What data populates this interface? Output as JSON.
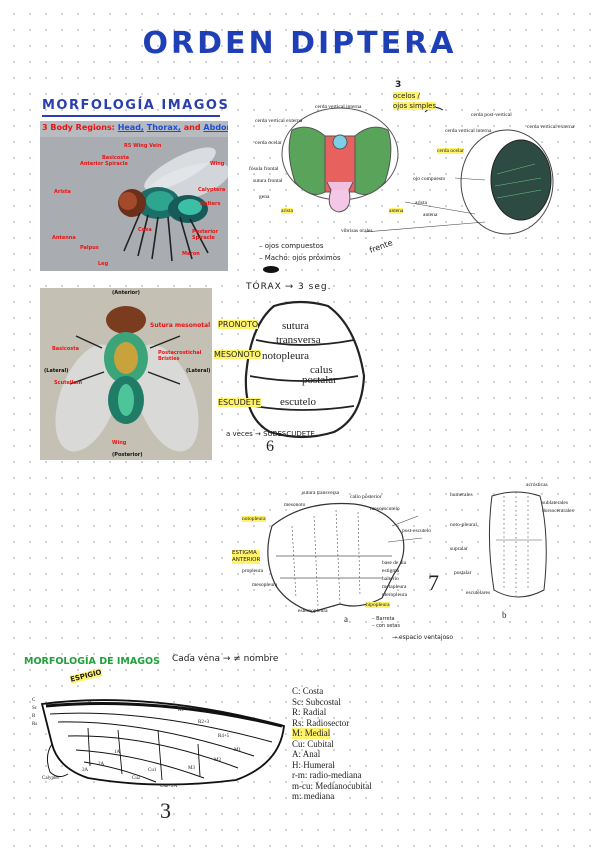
{
  "title": "ORDEN DIPTERA",
  "sections": {
    "morph_title": "MORFOLOGÍA IMAGOS",
    "morph_title_2": "MORFOLOGÍA DE IMAGOS"
  },
  "photo1": {
    "heading_a": "3 Body Regions:",
    "heading_b": "Head,",
    "heading_c": "Thorax,",
    "heading_d": "and",
    "heading_e": "Abdomen",
    "labels": [
      "R5 Wing Vein",
      "Wing",
      "Anterior Spiracle",
      "Basicosta",
      "Calyptera",
      "Arista",
      "Halters",
      "Antenna",
      "Coxa",
      "Posterior Spiracle",
      "Palpus",
      "Meron",
      "Leg"
    ]
  },
  "head_diagram": {
    "labels": [
      "cerda vertical interna",
      "cerda vertical externa",
      "cerda ocelar",
      "fósula frontal",
      "sutura frontal",
      "gena",
      "arista",
      "antena",
      "vibrisas orales",
      "cerda post-vertical",
      "cerda vertical interna",
      "cerda vertical externa",
      "cerda ocelar",
      "ojo compuesto",
      "arista",
      "antena"
    ],
    "annot_3": "3",
    "annot_ocelos": "ocelos /",
    "annot_simples": "ojos simples",
    "annot_frente": "frente",
    "note_1": "– ojos compuestos",
    "note_2": "– Macho: ojos próximos"
  },
  "photo2": {
    "top": "(Anterior)",
    "bottom": "(Posterior)",
    "labels": [
      "Sutura mesonotal",
      "Basicosta",
      "Postacrostichal Bristles",
      "(Lateral)",
      "(Lateral)",
      "Scutellum",
      "Wing"
    ]
  },
  "thorax": {
    "torax_note": "TÓRAX → 3 seg.",
    "pronoto": "PRONOTO",
    "mesonoto": "MESONOTO",
    "escudete": "ESCUDETE",
    "parts": [
      "sutura",
      "transversa",
      "notopleura",
      "calus",
      "postalar",
      "escutelo"
    ],
    "number": "6",
    "bottom_note": "a veces → SUBESCUDETE"
  },
  "lateral": {
    "labels_a": [
      "sutura transversa",
      "callo posterior",
      "mesonoto",
      "mesoescutelo",
      "notopleura",
      "post-escutelo",
      "estigma anterior",
      "base de ala",
      "estigma",
      "halterio",
      "metapleura",
      "propleura",
      "mesopleura",
      "pteropleura",
      "esternopleura",
      "hipopleura",
      "a"
    ],
    "annot_1": "ESTIGMA",
    "annot_2": "ANTERIOR",
    "annot_3": "– Barreta",
    "annot_4": "– con setas",
    "annot_5": "→ espacio ventajoso",
    "number": "7",
    "labels_b": [
      "acrósticas",
      "humerales",
      "dorsocentrales",
      "sublaterales",
      "noto-pleural",
      "supralar",
      "postalar",
      "escutelares",
      "b"
    ]
  },
  "wing": {
    "note": "Cada vena → ≠ nombre",
    "espigio": "ESPIGIO",
    "number": "3",
    "legend": [
      "C: Costa",
      "Sc: Subcostal",
      "R: Radial",
      "Rs: Radiosector",
      "M: Medial",
      "Cu: Cubital",
      "A: Anal",
      "H: Humeral",
      "r-m: radio-mediana",
      "m-cu: Medianocubital",
      "m: mediana"
    ],
    "diagram_labels": [
      "C",
      "Sc",
      "R",
      "Rs",
      "H",
      "Calypter",
      "R1",
      "R2+3",
      "R4+5",
      "M1",
      "M2",
      "M3",
      "Cu1",
      "Cu2",
      "1A",
      "2A",
      "3A",
      "Cu2+2A"
    ]
  },
  "colors": {
    "title_blue": "#1f3fb6",
    "green_heading": "#1fa13a",
    "highlight": "#fff36b",
    "red_label": "#e11"
  }
}
